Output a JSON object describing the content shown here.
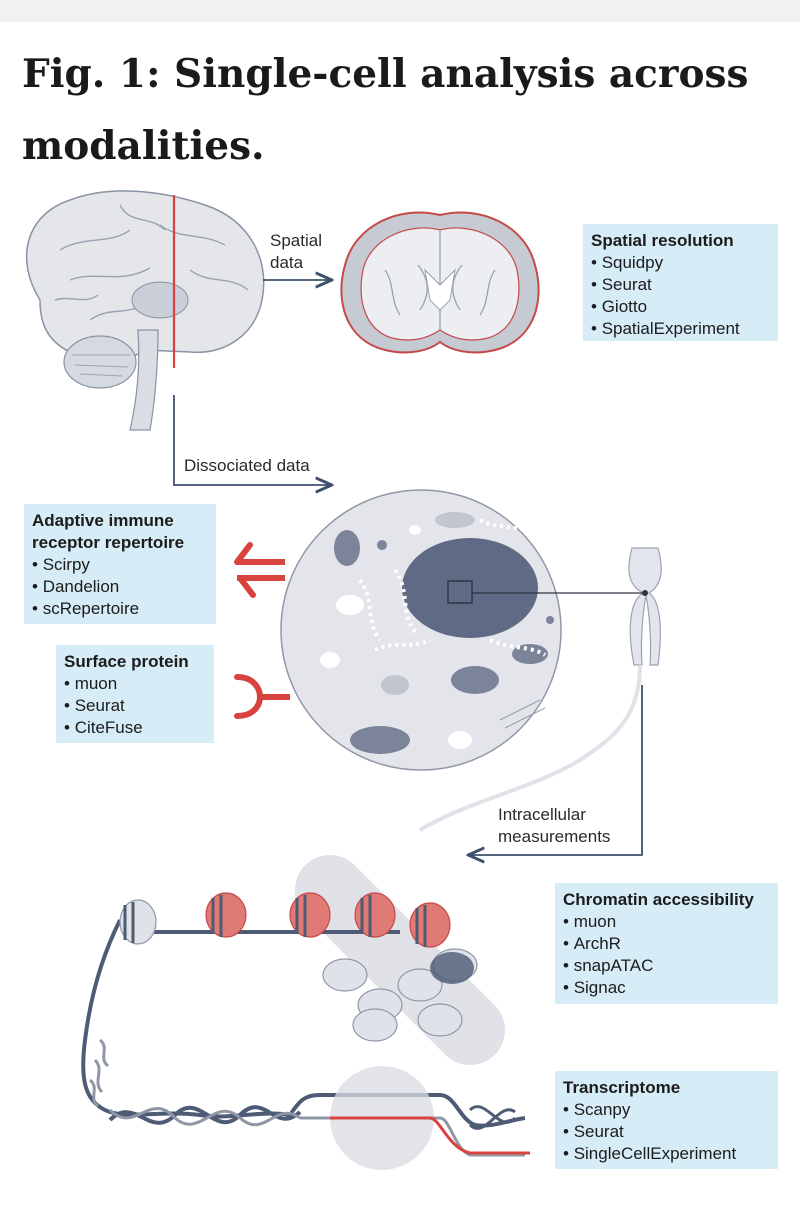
{
  "title": "Fig. 1: Single-cell analysis across modalities.",
  "labels": {
    "spatial_line1": "Spatial",
    "spatial_line2": "data",
    "dissociated": "Dissociated data",
    "intracellular_line1": "Intracellular",
    "intracellular_line2": "measurements"
  },
  "boxes": {
    "spatial": {
      "heading": "Spatial resolution",
      "items": [
        "Squidpy",
        "Seurat",
        "Giotto",
        "SpatialExperiment"
      ]
    },
    "immune": {
      "heading_line1": "Adaptive immune",
      "heading_line2": "receptor repertoire",
      "items": [
        "Scirpy",
        "Dandelion",
        "scRepertoire"
      ]
    },
    "surface": {
      "heading": "Surface protein",
      "items": [
        "muon",
        "Seurat",
        "CiteFuse"
      ]
    },
    "chromatin": {
      "heading": "Chromatin accessibility",
      "items": [
        "muon",
        "ArchR",
        "snapATAC",
        "Signac"
      ]
    },
    "transcriptome": {
      "heading": "Transcriptome",
      "items": [
        "Scanpy",
        "Seurat",
        "SingleCellExperiment"
      ]
    }
  },
  "colors": {
    "box_bg": "#d6ecf6",
    "accent_red": "#d9433f",
    "dark_blue": "#3e4f6b",
    "light_gray": "#d9dbe1"
  }
}
